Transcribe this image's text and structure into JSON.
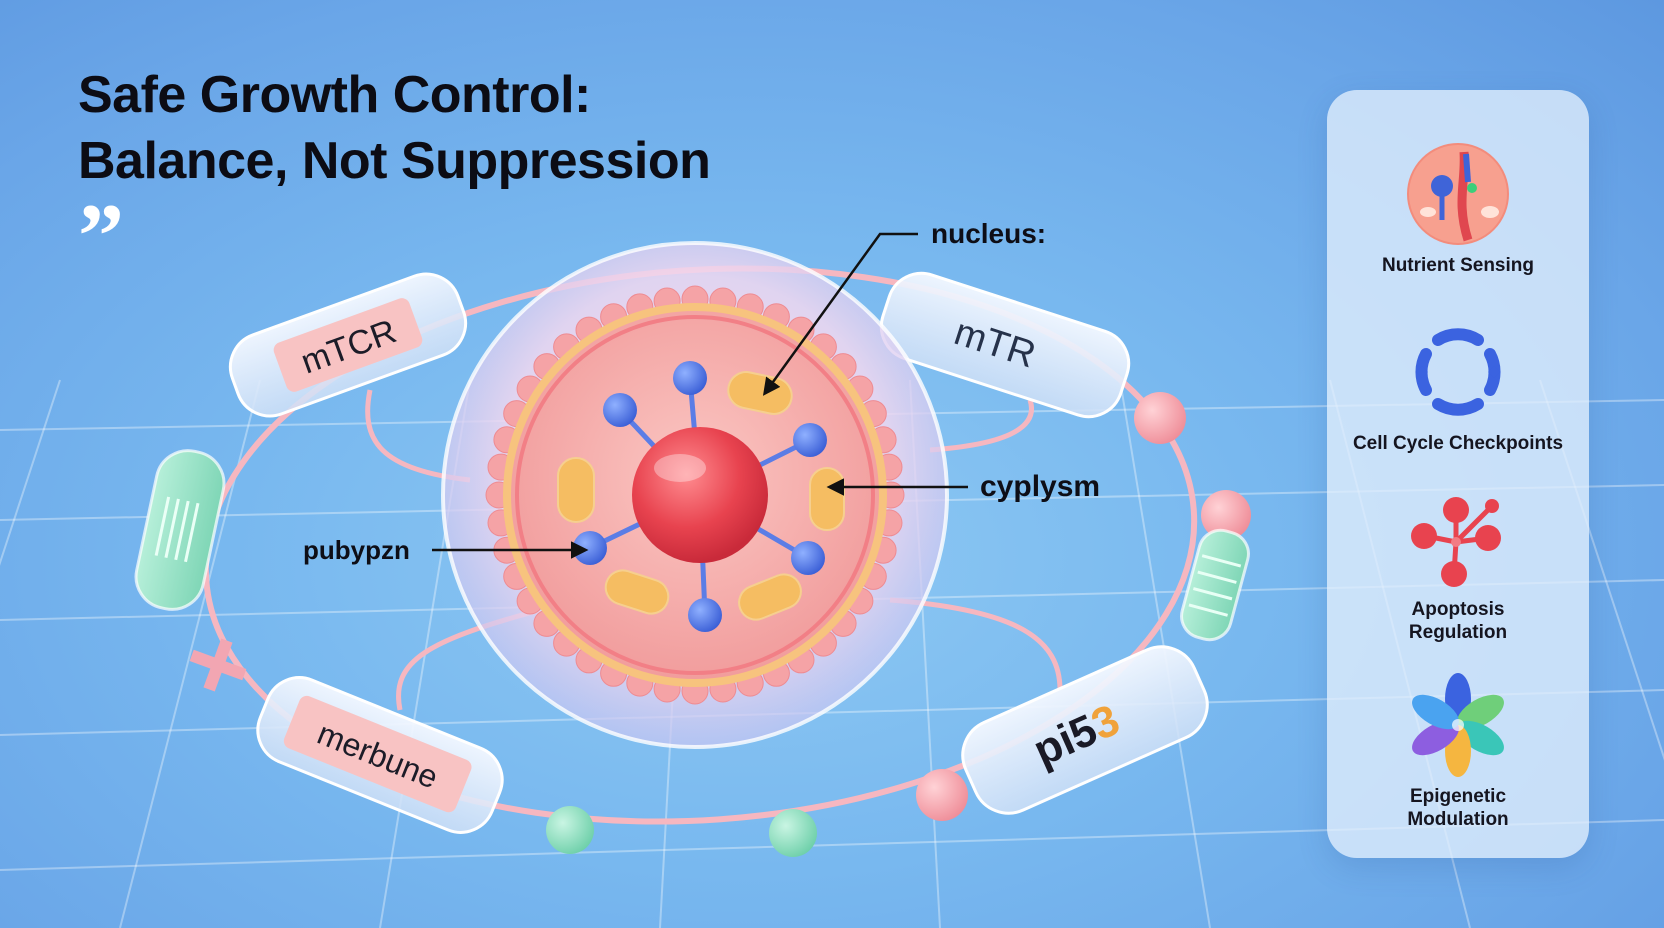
{
  "title": {
    "line1": "Safe Growth Control:",
    "line2": "Balance, Not Suppression"
  },
  "quote_mark": "”",
  "diagram": {
    "callouts": {
      "nucleus": "nucleus:",
      "cytoplasm": "cyplysm",
      "left": "pubypzn"
    },
    "modules": {
      "top_left": "mTCR",
      "top_right": "mTR",
      "bottom_left": "merbune",
      "bottom_right_main": "pi5",
      "bottom_right_suffix": "3"
    }
  },
  "panel": {
    "items": [
      {
        "label": "Nutrient Sensing",
        "icon": "nutrient-sensing-icon"
      },
      {
        "label": "Cell Cycle Checkpoints",
        "icon": "cycle-checkpoint-icon"
      },
      {
        "label_line1": "Apoptosis",
        "label_line2": "Regulation",
        "icon": "apoptosis-icon"
      },
      {
        "label_line1": "Epigenetic",
        "label_line2": "Modulation",
        "icon": "epigenetic-flower-icon"
      }
    ]
  },
  "colors": {
    "background": "#78b8ef",
    "cell_membrane": "#f4a9ae",
    "nucleus": "#e23f4c",
    "node_blue": "#4a6fe0",
    "organelle_yellow": "#f5bd62",
    "channel_green": "#8fe0c4",
    "pathway_pink": "#f1a6b1"
  }
}
